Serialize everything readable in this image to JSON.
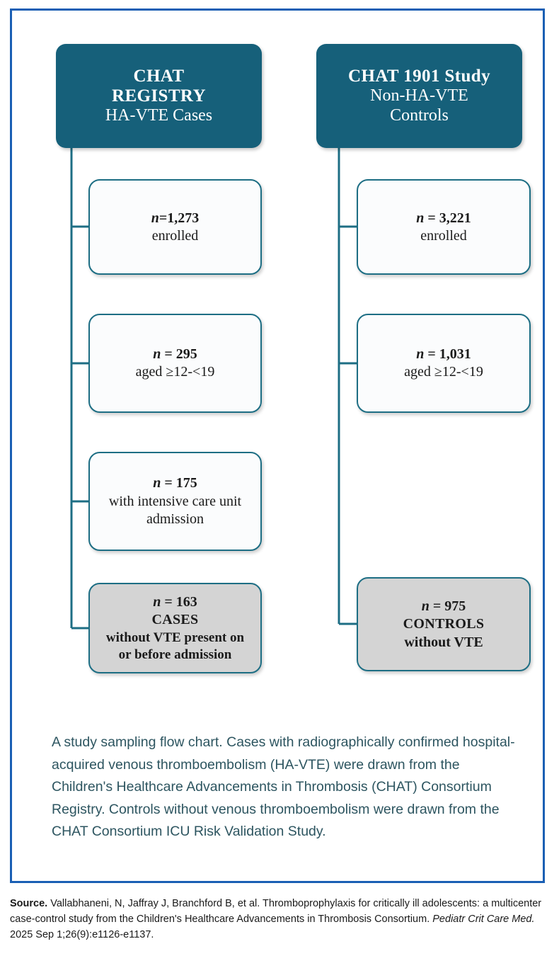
{
  "figure": {
    "columns": [
      {
        "id": "registry",
        "header": {
          "title_line1": "CHAT",
          "title_line2": "REGISTRY",
          "subtitle": "HA-VTE Cases"
        },
        "steps": [
          {
            "n_label": "n",
            "n_value": "=1,273",
            "desc": "enrolled"
          },
          {
            "n_label": "n",
            "n_value": "= 295",
            "desc": "aged ≥12-<19"
          },
          {
            "n_label": "n",
            "n_value": "= 175",
            "desc": "with intensive care unit",
            "desc2": "admission"
          },
          {
            "n_label": "n",
            "n_value": "= 163",
            "group": "CASES",
            "desc": "without VTE present on",
            "desc2": "or before admission",
            "shaded": true
          }
        ]
      },
      {
        "id": "study1901",
        "header": {
          "title_line1": "CHAT 1901 Study",
          "subtitle_line1": "Non-HA-VTE",
          "subtitle_line2": "Controls"
        },
        "steps": [
          {
            "n_label": "n",
            "n_value": "= 3,221",
            "desc": "enrolled"
          },
          {
            "n_label": "n",
            "n_value": "= 1,031",
            "desc": "aged ≥12-<19"
          },
          {
            "n_label": "n",
            "n_value": "= 975",
            "group": "CONTROLS",
            "desc": "without VTE",
            "shaded": true
          }
        ]
      }
    ],
    "caption": "A study sampling flow chart. Cases with radiographically confirmed hospital-acquired venous thromboembolism (HA-VTE) were drawn from the Children's Healthcare Advancements in Thrombosis (CHAT) Consortium Registry. Controls without venous thromboembolism were drawn from the CHAT Consortium ICU Risk Validation Study."
  },
  "source": {
    "label": "Source.",
    "text_before_journal": "Vallabhaneni, N, Jaffray J, Branchford B, et al. Thromboprophylaxis for critically ill adolescents: a multicenter case-control study from the Children's Healthcare Advancements in Thrombosis Consortium.",
    "journal": "Pediatr Crit Care Med.",
    "text_after_journal": "2025 Sep 1;26(9):e1126-e1137."
  },
  "colors": {
    "frame_blue": "#1a5fb4",
    "header_teal": "#16607a",
    "box_border_teal": "#1d6e84",
    "box_fill_plain": "#fbfcfd",
    "box_fill_shaded": "#d4d4d4",
    "caption_teal": "#2d5560"
  }
}
